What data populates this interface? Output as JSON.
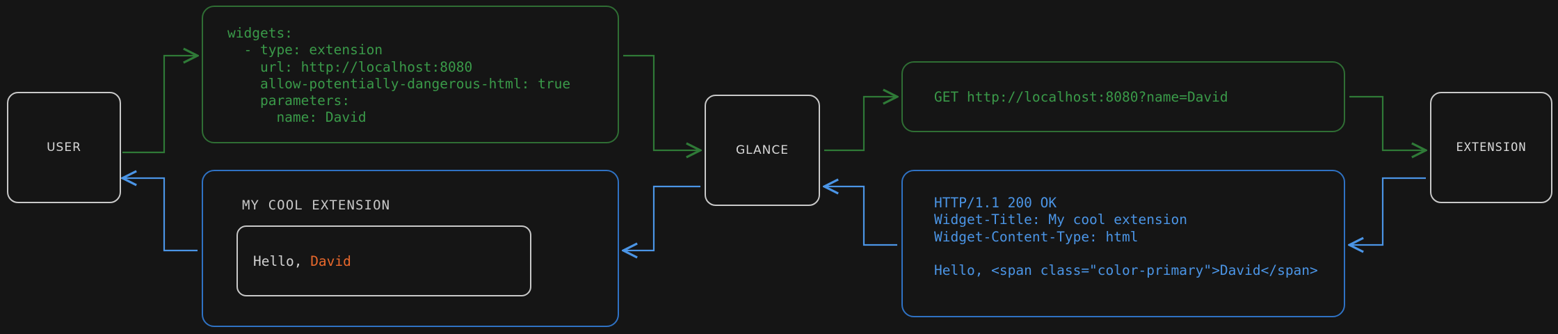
{
  "theme": {
    "background": "#151515",
    "node_border": "#c9c9c9",
    "node_text": "#d8d8d8",
    "green": "#3a9a49",
    "green_border": "#2f6e34",
    "blue": "#4b95e6",
    "blue_border": "#2f72c4",
    "accent_orange": "#e8682c",
    "widget_text": "#d2d2d2"
  },
  "nodes": {
    "user": {
      "label": "USER"
    },
    "glance": {
      "label": "GLANCE"
    },
    "extension": {
      "label": "EXTENSION"
    }
  },
  "panels": {
    "config_yaml": {
      "name": "glance-config-yaml",
      "text": "widgets:\n  - type: extension\n    url: http://localhost:8080\n    allow-potentially-dangerous-html: true\n    parameters:\n      name: David"
    },
    "http_request": {
      "name": "http-request",
      "text": "GET http://localhost:8080?name=David"
    },
    "http_response": {
      "name": "http-response",
      "text": "HTTP/1.1 200 OK\nWidget-Title: My cool extension\nWidget-Content-Type: html\n\nHello, <span class=\"color-primary\">David</span>"
    },
    "rendered_widget": {
      "name": "rendered-widget",
      "title": "MY COOL EXTENSION",
      "body_prefix": "Hello, ",
      "body_name": "David"
    }
  },
  "flows": [
    {
      "name": "user-to-glance-config",
      "color": "#3a9a49",
      "direction": "right",
      "from": "user",
      "to": "glance"
    },
    {
      "name": "glance-to-extension-request",
      "color": "#3a9a49",
      "direction": "right",
      "from": "glance",
      "to": "extension"
    },
    {
      "name": "extension-to-glance-response",
      "color": "#4b95e6",
      "direction": "left",
      "from": "extension",
      "to": "glance"
    },
    {
      "name": "glance-to-user-widget",
      "color": "#4b95e6",
      "direction": "left",
      "from": "glance",
      "to": "user"
    }
  ]
}
